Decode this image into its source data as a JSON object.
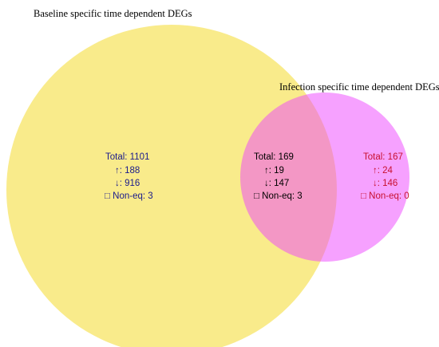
{
  "diagram": {
    "type": "venn",
    "sets": [
      {
        "name": "Baseline specific time dependent DEGs",
        "fill": "#f7e35a",
        "opacity": 0.7
      },
      {
        "name": "Infection specific time dependent DEGs",
        "fill": "#ee44ff",
        "opacity": 0.5
      }
    ],
    "regions": [
      {
        "id": "baseline-only",
        "color": "#1a1a8c",
        "total": "Total: 1101",
        "up": "↑: 188",
        "down": "↓: 916",
        "noneq": "□ Non-eq: 3"
      },
      {
        "id": "intersection",
        "color": "#000000",
        "total": "Total: 169",
        "up": "↑: 19",
        "down": "↓: 147",
        "noneq": "□ Non-eq: 3"
      },
      {
        "id": "infection-only",
        "color": "#c8102e",
        "total": "Total: 167",
        "up": "↑: 24",
        "down": "↓: 146",
        "noneq": "□ Non-eq: 0"
      }
    ]
  }
}
